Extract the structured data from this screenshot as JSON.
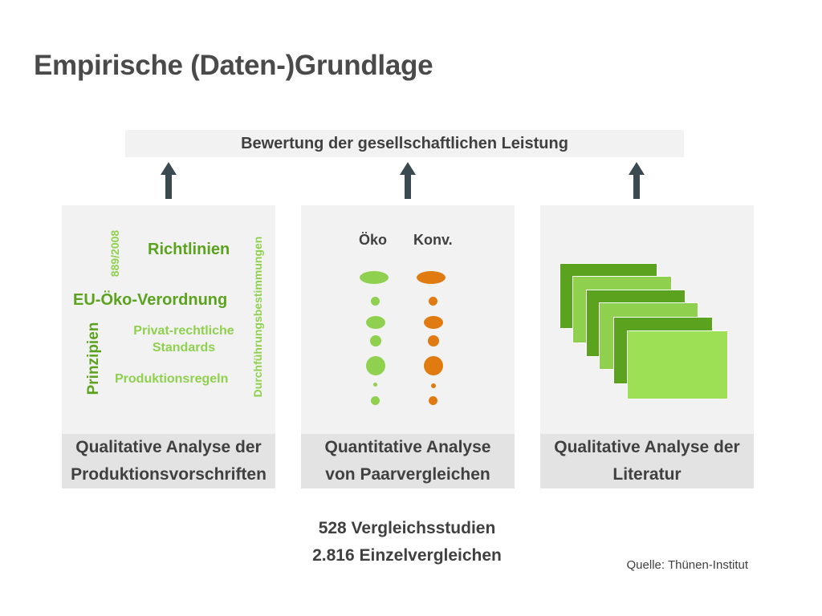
{
  "slide": {
    "title": "Empirische (Daten-)Grundlage",
    "top_box": "Bewertung der gesellschaftlichen Leistung",
    "panels": [
      {
        "keywords": {
          "richtlinien": "Richtlinien",
          "verordnung_nr": "889/2008",
          "eu_verordnung": "EU-Öko-Verordnung",
          "prinzipien": "Prinzipien",
          "privat_line1": "Privat-rechtliche",
          "privat_line2": "Standards",
          "produktionsregeln": "Produktionsregeln",
          "durchfuehrung": "Durchführungsbestimmungen"
        },
        "caption_line1": "Qualitative Analyse der",
        "caption_line2": "Produktionsvorschriften"
      },
      {
        "legend": {
          "oeko": "Öko",
          "konv": "Konv."
        },
        "caption_line1": "Quantitative Analyse",
        "caption_line2": "von Paarvergleichen"
      },
      {
        "caption_line1": "Qualitative Analyse der",
        "caption_line2": "Literatur"
      }
    ],
    "stats_line1": "528 Vergleichsstudien",
    "stats_line2": "2.816 Einzelvergleichen",
    "source": "Quelle: Thünen-Institut",
    "colors": {
      "dark_green": "#5ba21e",
      "light_green": "#8fd14f",
      "orange": "#e07b11",
      "arrow": "#3b4a50",
      "text": "#404040"
    }
  }
}
